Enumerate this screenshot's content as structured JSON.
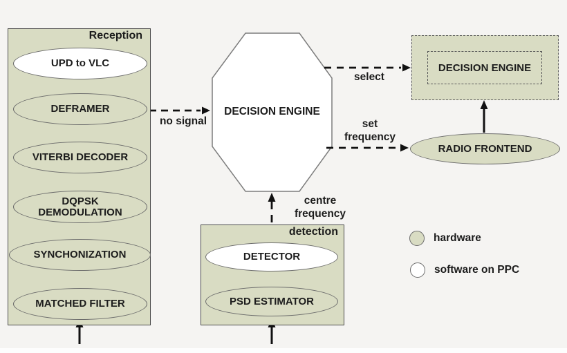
{
  "colors": {
    "hardware_fill": "#d9dcc3",
    "software_fill": "#ffffff",
    "background": "#f5f4f2",
    "arrow": "#111111"
  },
  "reception": {
    "title": "Reception",
    "nodes": [
      {
        "label": "UPD to VLC",
        "type": "software"
      },
      {
        "label": "DEFRAMER",
        "type": "hardware"
      },
      {
        "label": "VITERBI DECODER",
        "type": "hardware"
      },
      {
        "label": "DQPSK DEMODULATION",
        "type": "hardware"
      },
      {
        "label": "SYNCHONIZATION",
        "type": "hardware"
      },
      {
        "label": "MATCHED FILTER",
        "type": "hardware"
      }
    ]
  },
  "decision_engine": {
    "label": "DECISION ENGINE"
  },
  "selected_decision_engine": {
    "label": "DECISION ENGINE"
  },
  "radio_frontend": {
    "label": "RADIO FRONTEND"
  },
  "detection": {
    "title": "detection",
    "nodes": [
      {
        "label": "DETECTOR",
        "type": "software"
      },
      {
        "label": "PSD ESTIMATOR",
        "type": "hardware"
      }
    ]
  },
  "edge_labels": {
    "no_signal": "no signal",
    "select": "select",
    "set_frequency": "set frequency",
    "centre_frequency": "centre frequency"
  },
  "legend": {
    "hardware": "hardware",
    "software": "software on PPC"
  }
}
